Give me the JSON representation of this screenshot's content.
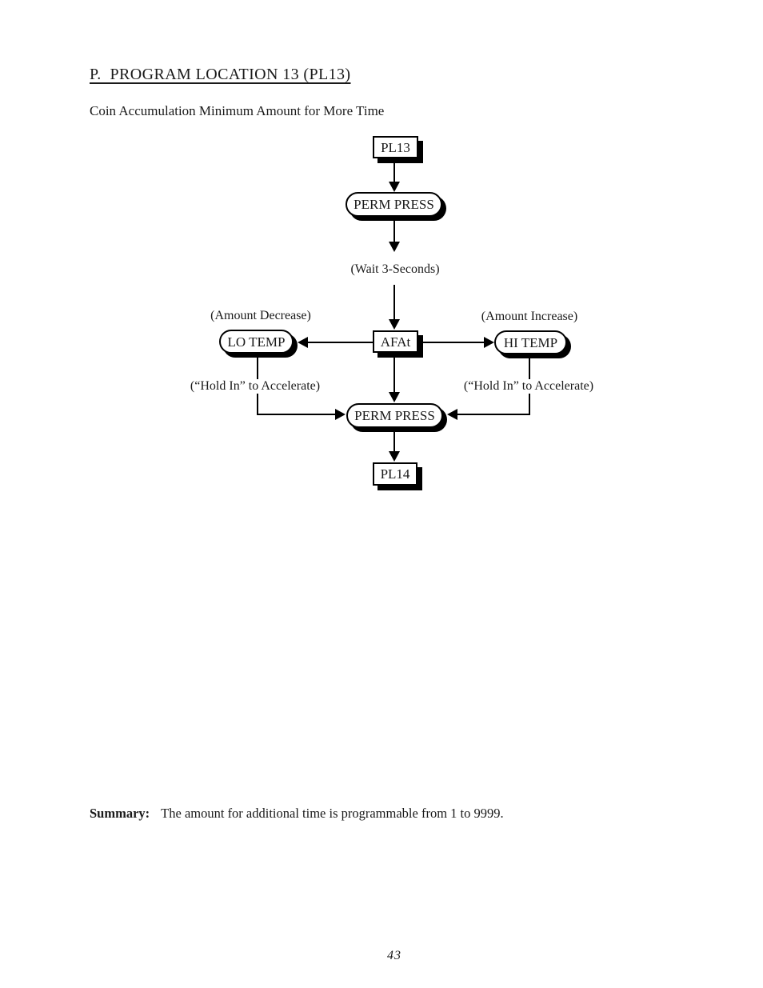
{
  "document": {
    "title": "P.  PROGRAM LOCATION 13 (PL13)",
    "subtitle": "Coin Accumulation Minimum Amount for More Time",
    "summary_label": "Summary:",
    "summary_text": "The amount for additional time is programmable from 1 to 9999.",
    "page_number": "43"
  },
  "flowchart": {
    "pl13_label": "PL13",
    "perm_press_top_label": "PERM PRESS",
    "wait_note": "(Wait 3-Seconds)",
    "amount_decrease_note": "(Amount Decrease)",
    "amount_increase_note": "(Amount Increase)",
    "lo_temp_label": "LO TEMP",
    "afat_label": "AFAt",
    "hi_temp_label": "HI TEMP",
    "hold_in_left_note": "(“Hold In” to Accelerate)",
    "hold_in_right_note": "(“Hold In” to Accelerate)",
    "perm_press_bottom_label": "PERM PRESS",
    "pl14_label": "PL14"
  },
  "colors": {
    "ink": "#000000",
    "paper": "#ffffff"
  }
}
